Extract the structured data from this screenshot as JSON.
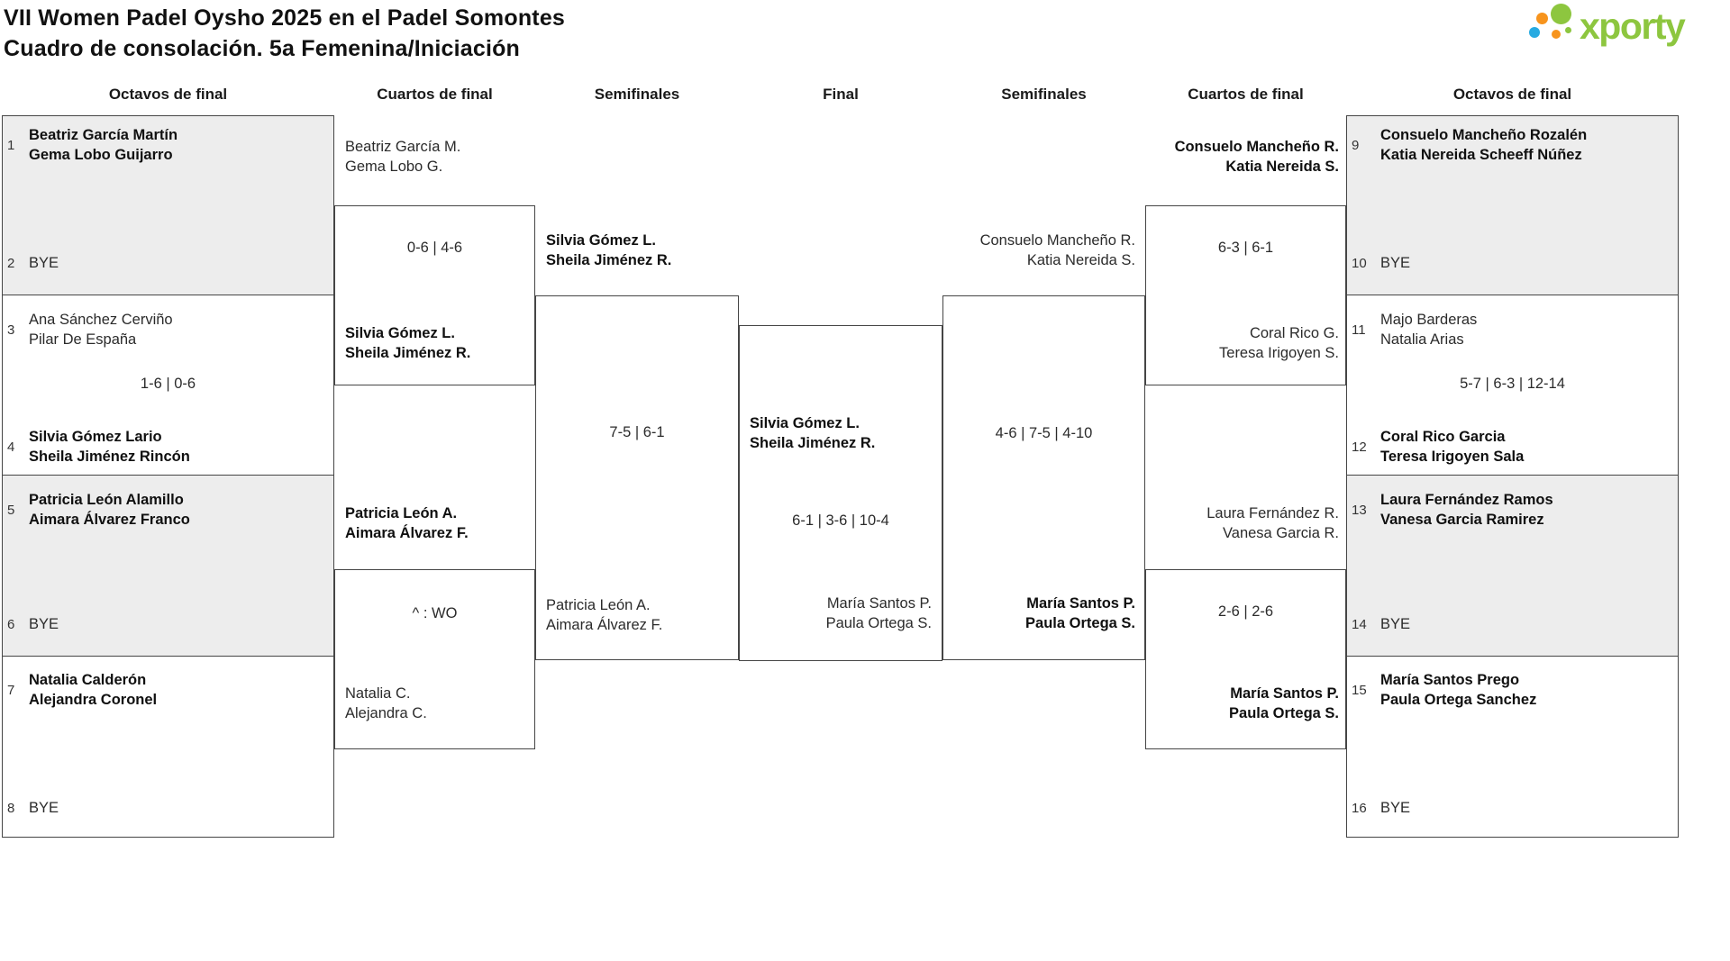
{
  "header": {
    "title_line1": "VII Women Padel Oysho 2025 en el Padel Somontes",
    "title_line2": "Cuadro de consolación. 5a Femenina/Iniciación",
    "logo_text": "xporty",
    "logo_colors": {
      "green": "#8dc63f",
      "orange": "#f7941d",
      "blue": "#27aae1"
    }
  },
  "colors": {
    "box_fill_grey": "#ededed",
    "line": "#454545",
    "text": "#2b2b2b"
  },
  "round_headers": [
    "Octavos de final",
    "Cuartos de final",
    "Semifinales",
    "Final",
    "Semifinales",
    "Cuartos de final",
    "Octavos de final"
  ],
  "octavos_left": [
    {
      "seed": "1",
      "team": "Beatriz García Martín\nGema Lobo Guijarro",
      "winner": true
    },
    {
      "seed": "2",
      "team": "BYE",
      "winner": false
    },
    {
      "seed": "3",
      "team": "Ana Sánchez Cerviño\nPilar De España",
      "winner": false
    },
    {
      "seed": "4",
      "team": "Silvia Gómez Lario\nSheila Jiménez Rincón",
      "winner": true
    },
    {
      "seed": "5",
      "team": "Patricia León Alamillo\nAimara Álvarez Franco",
      "winner": true
    },
    {
      "seed": "6",
      "team": "BYE",
      "winner": false
    },
    {
      "seed": "7",
      "team": "Natalia Calderón\nAlejandra Coronel",
      "winner": true
    },
    {
      "seed": "8",
      "team": "BYE",
      "winner": false
    }
  ],
  "octavos_right": [
    {
      "seed": "9",
      "team": "Consuelo Mancheño Rozalén\nKatia Nereida Scheeff Núñez",
      "winner": true
    },
    {
      "seed": "10",
      "team": "BYE",
      "winner": false
    },
    {
      "seed": "11",
      "team": "Majo Barderas\nNatalia Arias",
      "winner": false
    },
    {
      "seed": "12",
      "team": "Coral Rico Garcia\nTeresa Irigoyen Sala",
      "winner": true
    },
    {
      "seed": "13",
      "team": "Laura Fernández Ramos\nVanesa Garcia Ramirez",
      "winner": true
    },
    {
      "seed": "14",
      "team": "BYE",
      "winner": false
    },
    {
      "seed": "15",
      "team": "María Santos Prego\nPaula Ortega Sanchez",
      "winner": true
    },
    {
      "seed": "16",
      "team": "BYE",
      "winner": false
    }
  ],
  "matches": {
    "oct_left_score": "1-6 | 0-6",
    "oct_right_score": "5-7 | 6-3 | 12-14",
    "qf1": {
      "top": "Beatriz García M.\nGema Lobo G.",
      "top_winner": false,
      "score": "0-6 | 4-6",
      "bottom": "Silvia Gómez L.\nSheila Jiménez R.",
      "bottom_winner": true
    },
    "qf2": {
      "top": "Patricia León A.\nAimara Álvarez F.",
      "top_winner": true,
      "score": "^ : WO",
      "bottom": "Natalia C.\nAlejandra C.",
      "bottom_winner": false
    },
    "qf3": {
      "top": "Consuelo Mancheño R.\nKatia Nereida S.",
      "top_winner": true,
      "score": "6-3 | 6-1",
      "bottom": "Coral Rico G.\nTeresa Irigoyen S.",
      "bottom_winner": false
    },
    "qf4": {
      "top": "Laura Fernández R.\nVanesa Garcia R.",
      "top_winner": false,
      "score": "2-6 | 2-6",
      "bottom": "María Santos P.\nPaula Ortega S.",
      "bottom_winner": true
    },
    "sf1": {
      "top": "Silvia Gómez L.\nSheila Jiménez R.",
      "top_winner": true,
      "score": "7-5 | 6-1",
      "bottom": "Patricia León A.\nAimara Álvarez F.",
      "bottom_winner": false
    },
    "sf2": {
      "top": "Consuelo Mancheño R.\nKatia Nereida S.",
      "top_winner": false,
      "score": "4-6 | 7-5 | 4-10",
      "bottom": "María Santos P.\nPaula Ortega S.",
      "bottom_winner": true
    },
    "final": {
      "left": "Silvia Gómez L.\nSheila Jiménez R.",
      "left_winner": true,
      "score": "6-1 | 3-6 | 10-4",
      "right": "María Santos P.\nPaula Ortega S.",
      "right_winner": false
    }
  }
}
